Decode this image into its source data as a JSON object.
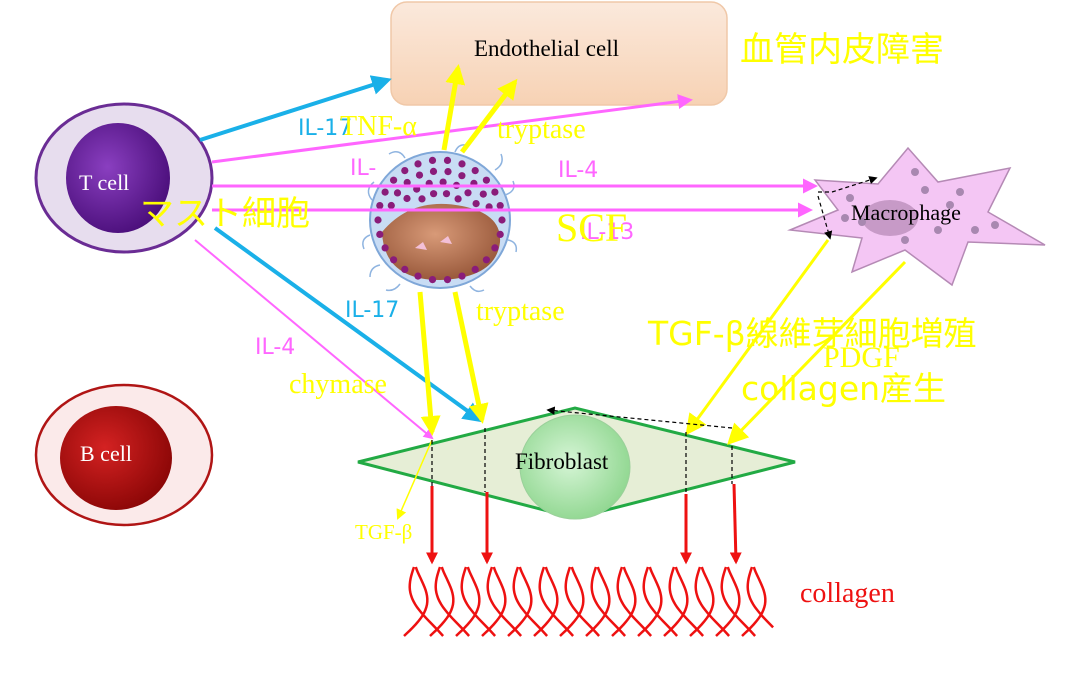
{
  "cells": {
    "t_cell": "T cell",
    "b_cell": "B cell",
    "endothelial": "Endothelial cell",
    "macrophage": "Macrophage",
    "fibroblast": "Fibroblast"
  },
  "annotations": {
    "mast_cell_jp": "マスト細胞",
    "vascular_damage_jp": "血管内皮障害",
    "fibrosis_jp_line1": "TGF-β線維芽細胞増殖",
    "fibrosis_jp_line2": "collagen産生",
    "pdgf": "PDGF",
    "scf": "SCF"
  },
  "mediators": {
    "il17_top": "IL-17",
    "tnf_alpha": "TNF-α",
    "tryptase_top": "tryptase",
    "il4_top_partial": "IL-",
    "il4_right": "IL-4",
    "il13": "IL-13",
    "il17_bottom": "IL-17",
    "tryptase_bottom": "tryptase",
    "il4_left": "IL-4",
    "chymase": "chymase",
    "tgf_beta": "TGF-β",
    "collagen": "collagen"
  },
  "colors": {
    "yellow": "#ffff00",
    "cyan": "#1ab0e8",
    "magenta": "#ff66ff",
    "red": "#ee1111",
    "t_cell_core": "#5a1a8c",
    "b_cell_core": "#a80d0d",
    "fibroblast_border": "#22aa44",
    "macrophage_fill": "#f4c6f4"
  }
}
